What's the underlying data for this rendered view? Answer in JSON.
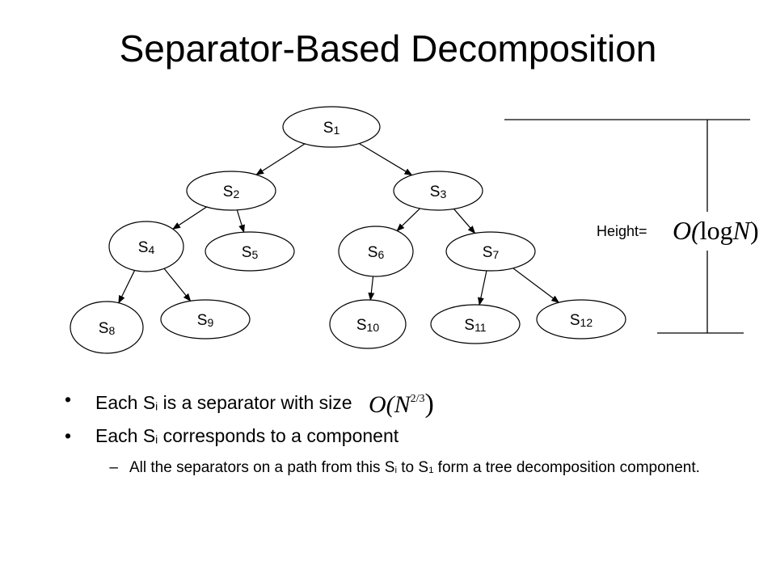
{
  "title": "Separator-Based Decomposition",
  "nodes": [
    {
      "id": "s1",
      "letter": "S",
      "sub": "1"
    },
    {
      "id": "s2",
      "letter": "S",
      "sub": "2"
    },
    {
      "id": "s3",
      "letter": "S",
      "sub": "3"
    },
    {
      "id": "s4",
      "letter": "S",
      "sub": "4"
    },
    {
      "id": "s5",
      "letter": "S",
      "sub": "5"
    },
    {
      "id": "s6",
      "letter": "S",
      "sub": "6"
    },
    {
      "id": "s7",
      "letter": "S",
      "sub": "7"
    },
    {
      "id": "s8",
      "letter": "S",
      "sub": "8"
    },
    {
      "id": "s9",
      "letter": "S",
      "sub": "9"
    },
    {
      "id": "s10",
      "letter": "S",
      "sub": "10"
    },
    {
      "id": "s11",
      "letter": "S",
      "sub": "11"
    },
    {
      "id": "s12",
      "letter": "S",
      "sub": "12"
    }
  ],
  "edges": [
    {
      "from": "s1",
      "to": "s2"
    },
    {
      "from": "s1",
      "to": "s3"
    },
    {
      "from": "s2",
      "to": "s4"
    },
    {
      "from": "s2",
      "to": "s5"
    },
    {
      "from": "s3",
      "to": "s6"
    },
    {
      "from": "s3",
      "to": "s7"
    },
    {
      "from": "s4",
      "to": "s8"
    },
    {
      "from": "s4",
      "to": "s9"
    },
    {
      "from": "s6",
      "to": "s10"
    },
    {
      "from": "s7",
      "to": "s11"
    },
    {
      "from": "s7",
      "to": "s12"
    }
  ],
  "height": {
    "label": "Height=",
    "math_open": "O(",
    "math_log": "log",
    "math_var": "N",
    "math_close": ")"
  },
  "bullets": [
    {
      "prefix": "Each S",
      "sub": "i",
      "suffix": " is a separator with size",
      "math_open": "O(N",
      "math_sup": "2/3",
      "math_close": ")"
    },
    {
      "prefix": "Each S",
      "sub": "i",
      "suffix": " corresponds to a component"
    }
  ],
  "sub_bullet": {
    "part1": "All the separators on a path from this S",
    "sub_i": "i",
    "part2": " to S",
    "sub_1": "1",
    "part3": " form a tree decomposition component."
  },
  "bullet_glyph": "•",
  "dash_glyph": "–"
}
